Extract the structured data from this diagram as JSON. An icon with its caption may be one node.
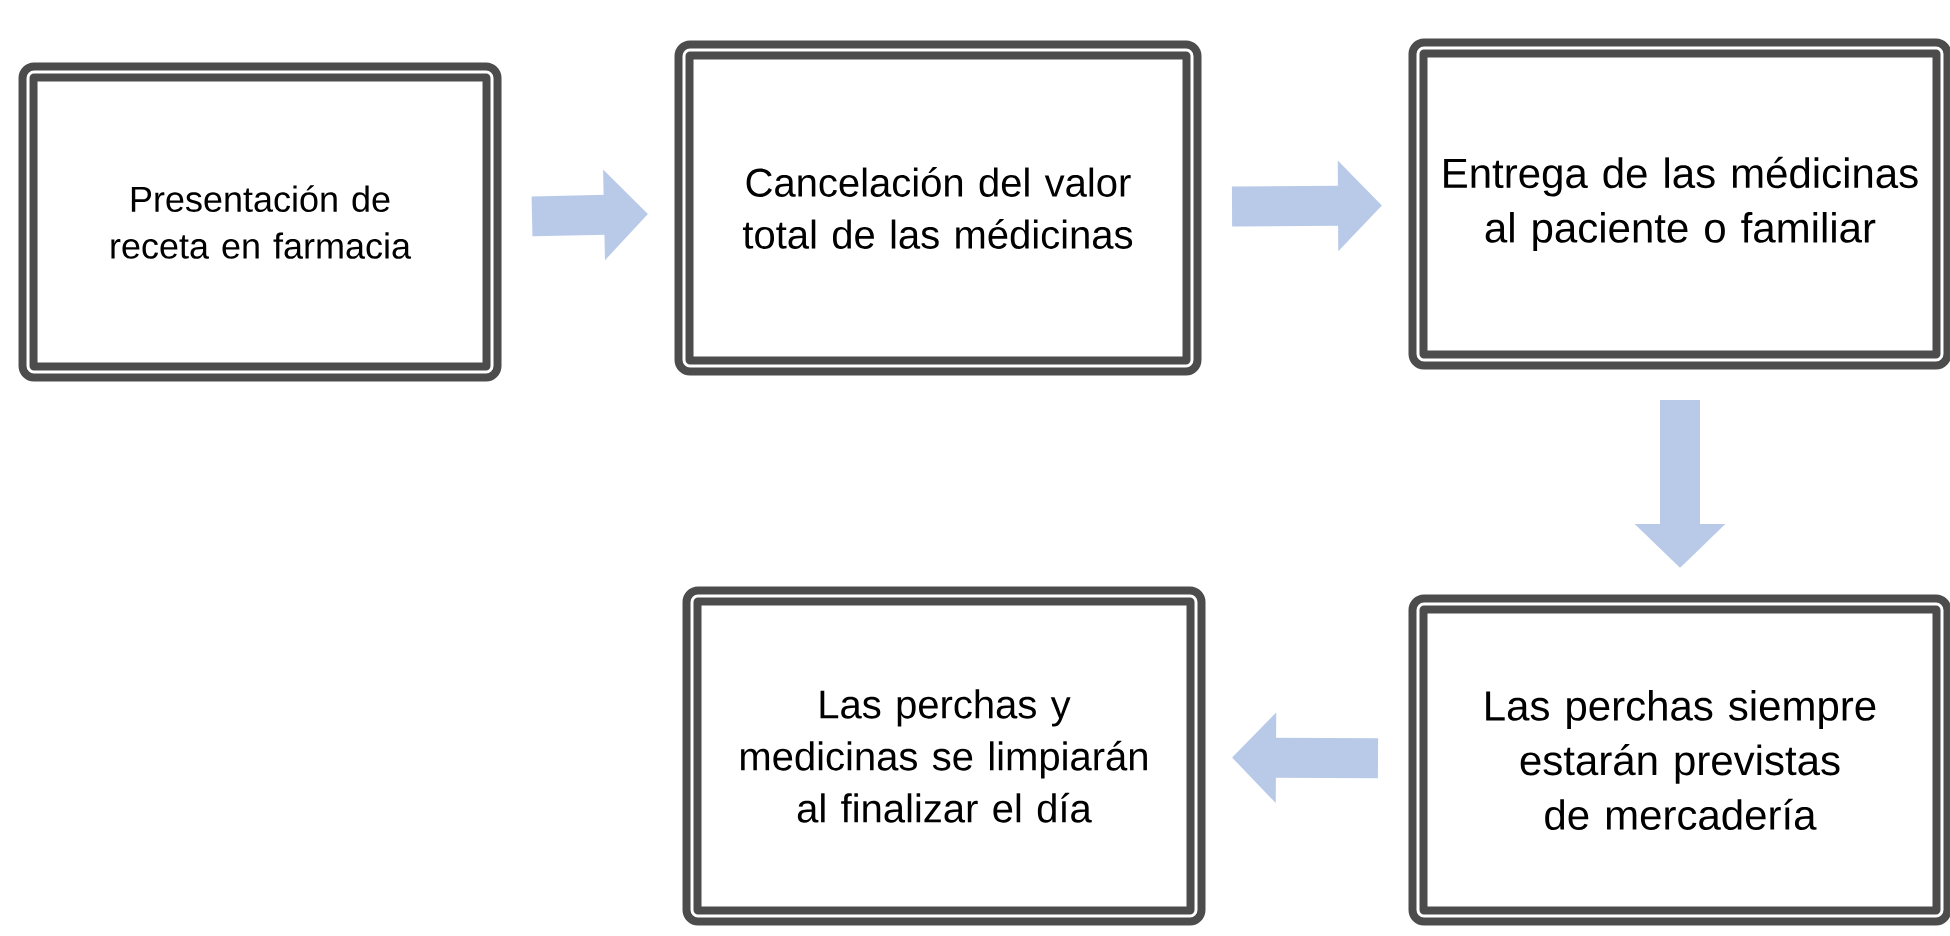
{
  "diagram": {
    "nodes": [
      {
        "text": [
          "Presentación de receta en farmacia"
        ]
      },
      {
        "text": [
          "Cancelación del valor total de las médicinas"
        ]
      },
      {
        "text": [
          "Entrega de las médicinas al paciente o familiar"
        ]
      },
      {
        "text": [
          "Las perchas siempre estarán previstas de mercadería"
        ]
      },
      {
        "text": [
          "Las perchas y medicinas se limpiarán al finalizar el día"
        ]
      }
    ],
    "edges": [
      {
        "from": 0,
        "to": 1,
        "arrow": "to"
      },
      {
        "from": 1,
        "to": 2,
        "arrow": "to"
      },
      {
        "from": 2,
        "to": 3,
        "arrow": "to"
      },
      {
        "from": 3,
        "to": 4,
        "arrow": "to"
      }
    ]
  }
}
